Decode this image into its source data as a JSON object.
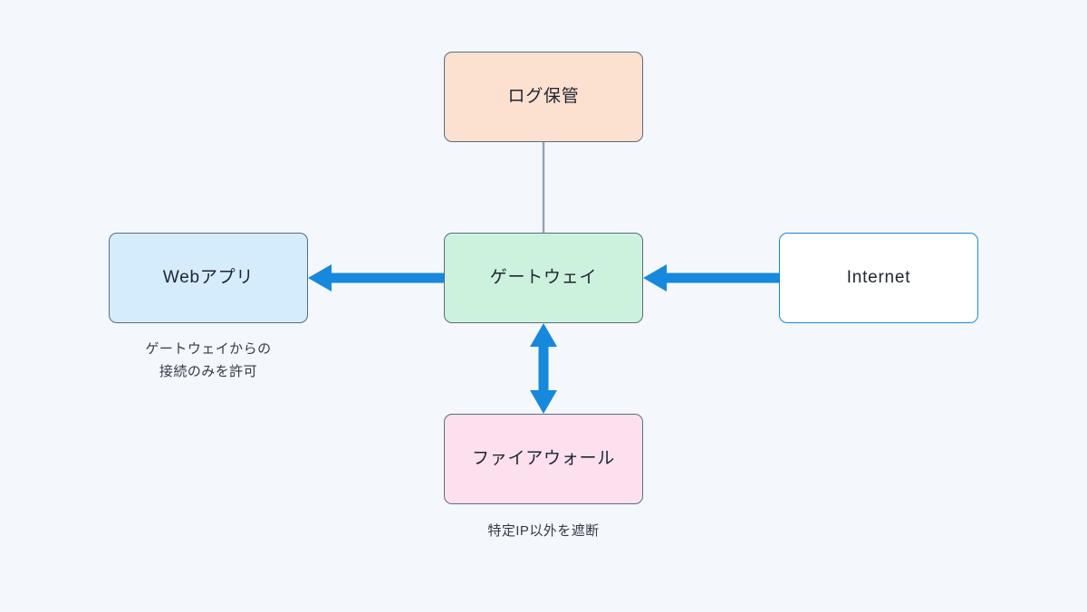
{
  "diagram": {
    "background_color": "#f4f8fc",
    "nodes": [
      {
        "id": "log-storage",
        "label": "ログ保管",
        "fill": "#fce0d0",
        "border": "#5b6b7f"
      },
      {
        "id": "gateway",
        "label": "ゲートウェイ",
        "fill": "#ccf2dd",
        "border": "#5b6b7f"
      },
      {
        "id": "webapp",
        "label": "Webアプリ",
        "fill": "#d4ecfb",
        "border": "#5b6b7f"
      },
      {
        "id": "internet",
        "label": "Internet",
        "fill": "#ffffff",
        "border": "#1789dc"
      },
      {
        "id": "firewall",
        "label": "ファイアウォール",
        "fill": "#fce0ee",
        "border": "#5b6b7f"
      }
    ],
    "edges": [
      {
        "id": "log-to-gateway",
        "from": "log-storage",
        "to": "gateway",
        "style": "thin-line",
        "arrowheads": "none",
        "color": "#94a3b4"
      },
      {
        "id": "gateway-to-webapp",
        "from": "gateway",
        "to": "webapp",
        "style": "thick-arrow",
        "arrowheads": "end",
        "color": "#1789dc"
      },
      {
        "id": "internet-to-gateway",
        "from": "internet",
        "to": "gateway",
        "style": "thick-arrow",
        "arrowheads": "end",
        "color": "#1789dc"
      },
      {
        "id": "gateway-firewall",
        "from": "gateway",
        "to": "firewall",
        "style": "thick-arrow",
        "arrowheads": "both",
        "color": "#1789dc"
      }
    ],
    "captions": [
      {
        "id": "webapp-caption",
        "for": "webapp",
        "line1": "ゲートウェイからの",
        "line2": "接続のみを許可"
      },
      {
        "id": "firewall-caption",
        "for": "firewall",
        "line1": "特定IP以外を遮断"
      }
    ]
  }
}
